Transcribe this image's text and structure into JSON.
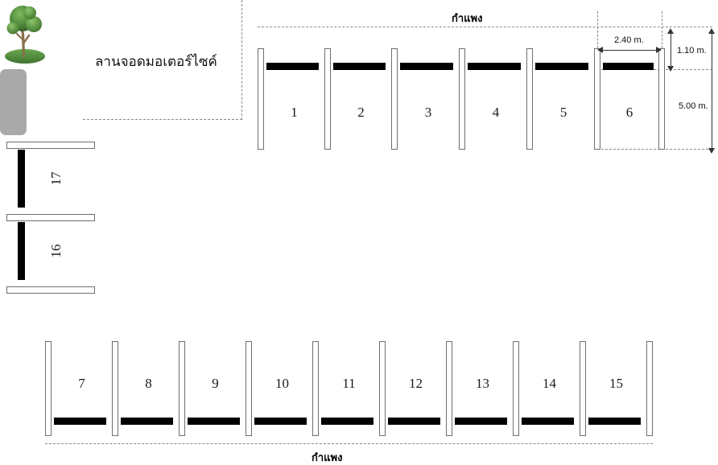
{
  "diagram": {
    "title_area_label": "ลานจอดมอเตอร์ไซค์",
    "wall_label_top": "กำแพง",
    "wall_label_bottom": "กำแพง",
    "dimensions": {
      "slot_width": "2.40 m.",
      "wheel_stop_offset": "1.10 m.",
      "slot_depth": "5.00 m."
    },
    "colors": {
      "stop_bar": "#000000",
      "post_fill": "#ffffff",
      "post_border": "#6f6f6f",
      "dashed_wall": "#8a8a8a",
      "grey_block": "#a9a9a9",
      "tree_foliage": "#4f8a3d",
      "tree_trunk": "#8a6f4a"
    },
    "top_row": {
      "slots": [
        {
          "number": "1"
        },
        {
          "number": "2"
        },
        {
          "number": "3"
        },
        {
          "number": "4"
        },
        {
          "number": "5"
        },
        {
          "number": "6"
        }
      ]
    },
    "left_column": {
      "slots": [
        {
          "number": "17"
        },
        {
          "number": "16"
        }
      ]
    },
    "bottom_row": {
      "slots": [
        {
          "number": "7"
        },
        {
          "number": "8"
        },
        {
          "number": "9"
        },
        {
          "number": "10"
        },
        {
          "number": "11"
        },
        {
          "number": "12"
        },
        {
          "number": "13"
        },
        {
          "number": "14"
        },
        {
          "number": "15"
        }
      ]
    },
    "icons": {
      "tree": "tree-icon",
      "building": "building-block-icon"
    }
  }
}
